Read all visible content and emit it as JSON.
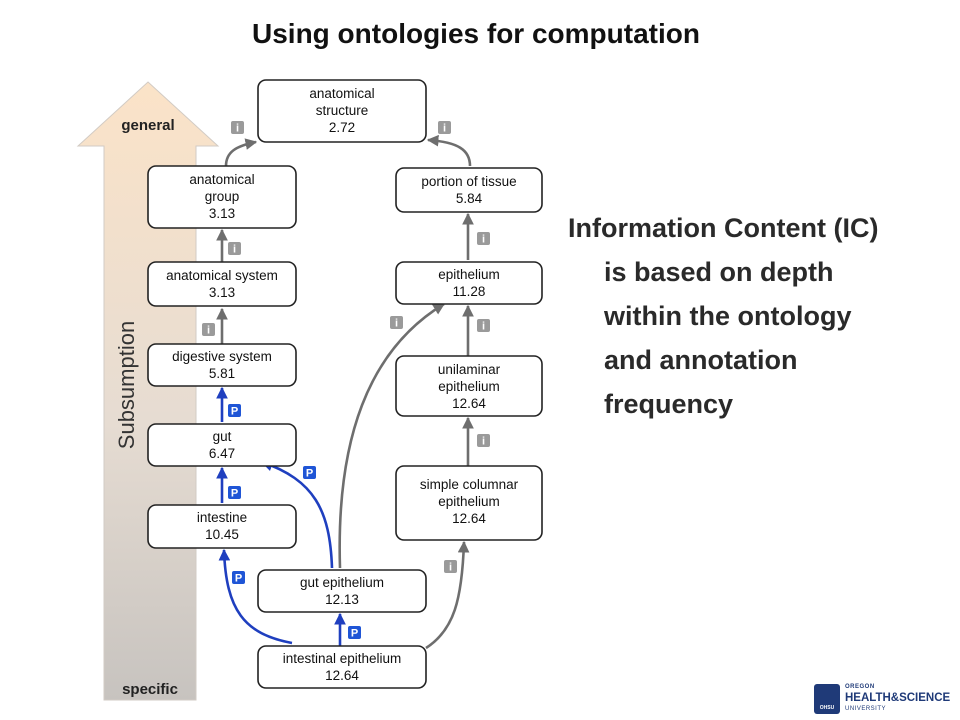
{
  "slide": {
    "title": "Using ontologies for computation",
    "info_lines": [
      "Information Content (IC)",
      "is based on depth",
      "within the ontology",
      "and annotation",
      "frequency"
    ]
  },
  "axis": {
    "label": "Subsumption",
    "top": "general",
    "bottom": "specific"
  },
  "nodes": {
    "anatomical_structure": [
      "anatomical",
      "structure",
      "2.72"
    ],
    "anatomical_group": [
      "anatomical",
      "group",
      "3.13"
    ],
    "anatomical_system": [
      "anatomical system",
      "3.13"
    ],
    "digestive_system": [
      "digestive system",
      "5.81"
    ],
    "gut": [
      "gut",
      "6.47"
    ],
    "intestine": [
      "intestine",
      "10.45"
    ],
    "gut_epithelium": [
      "gut epithelium",
      "12.13"
    ],
    "intestinal_epithelium": [
      "intestinal epithelium",
      "12.64"
    ],
    "portion_of_tissue": [
      "portion of tissue",
      "5.84"
    ],
    "epithelium": [
      "epithelium",
      "11.28"
    ],
    "unilaminar_epithelium": [
      "unilaminar",
      "epithelium",
      "12.64"
    ],
    "simple_columnar_epithelium": [
      "simple columnar",
      "epithelium",
      "12.64"
    ]
  },
  "badges": {
    "is_a": "i",
    "part_of": "P"
  },
  "colors": {
    "is_a_edge": "#6e6e6e",
    "part_of_edge": "#1f3fbf",
    "is_a_badge": "#9a9a9a",
    "part_of_badge": "#1f55d6",
    "arrow_top": "#fbe3c8",
    "arrow_bottom": "#c7c3bf"
  },
  "logo": {
    "line1": "OREGON",
    "line2": "HEALTH&SCIENCE",
    "line3": "UNIVERSITY",
    "seal_text": "OHSU"
  }
}
